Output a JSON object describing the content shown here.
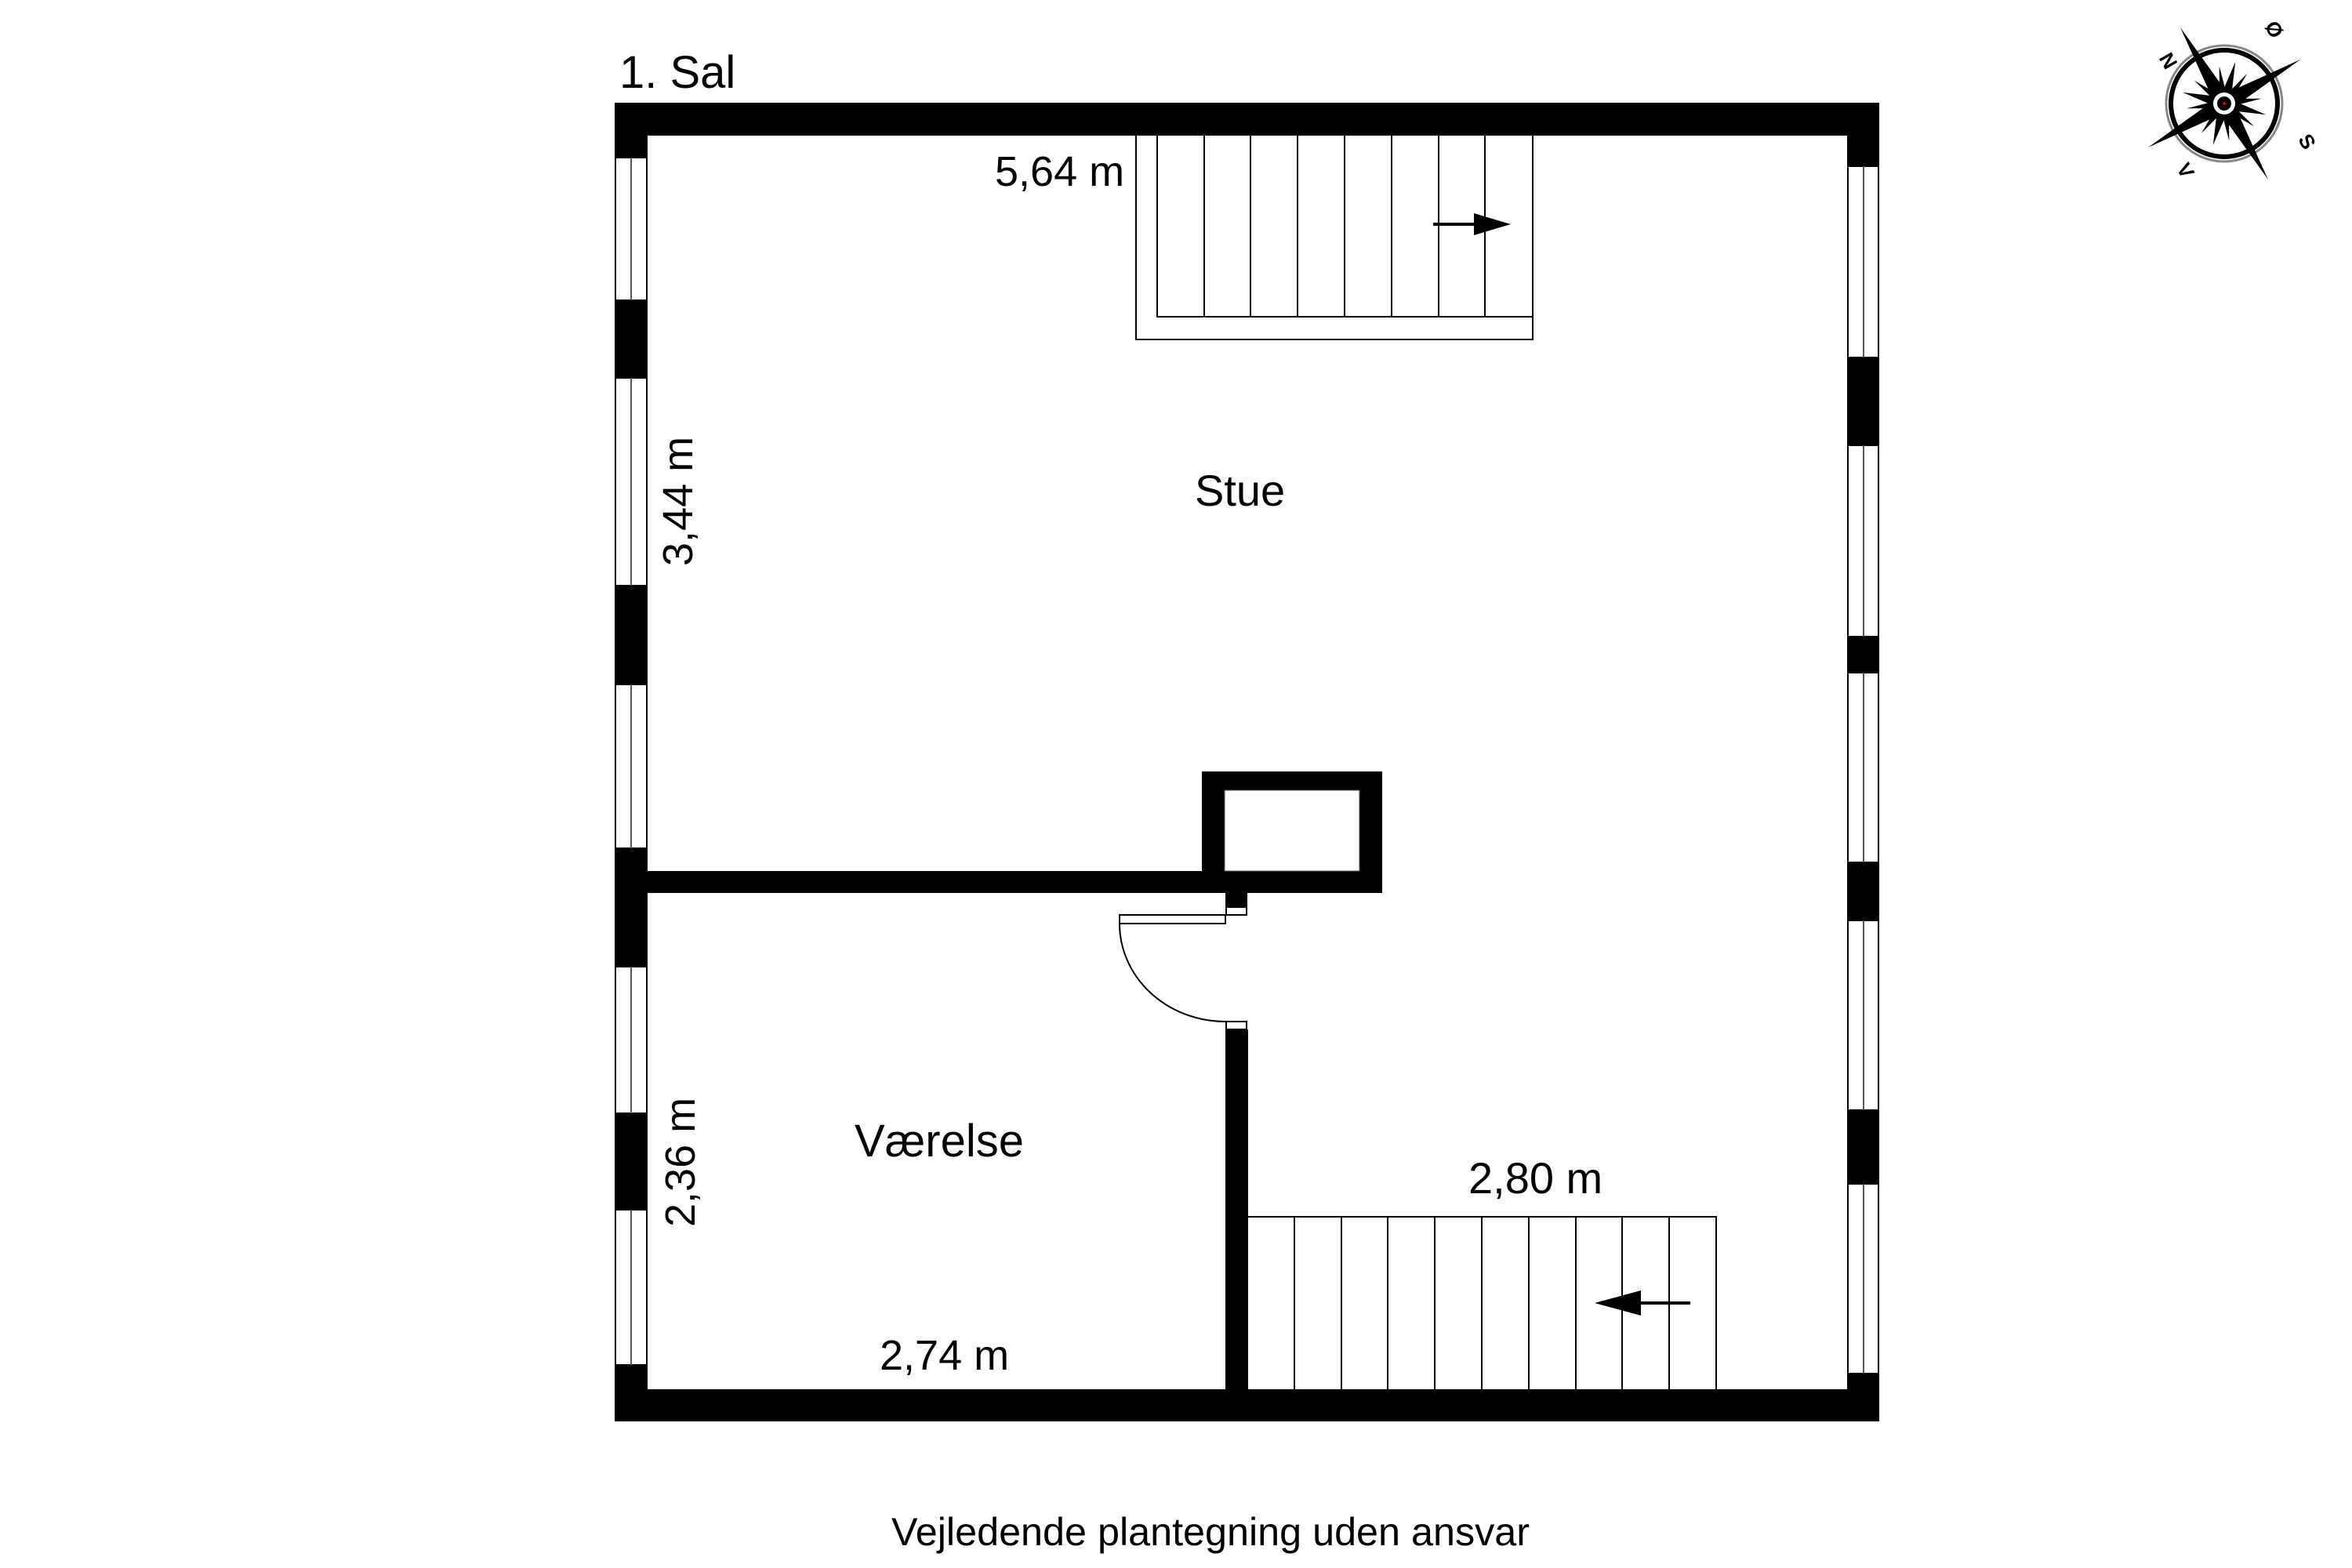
{
  "floor": {
    "title": "1. Sal",
    "footer": "Vejledende plantegning uden ansvar"
  },
  "rooms": [
    {
      "name": "Stue"
    },
    {
      "name": "Værelse"
    }
  ],
  "dimensions": {
    "stue_width": "5,64 m",
    "stue_depth": "3,44 m",
    "vaerelse_depth": "2,36 m",
    "vaerelse_width": "2,74 m",
    "stair_width": "2,80 m"
  },
  "compass": {
    "north": "N",
    "east": "Ø",
    "south": "S",
    "west": "V"
  },
  "colors": {
    "wall": "#000000",
    "background": "#ffffff"
  }
}
